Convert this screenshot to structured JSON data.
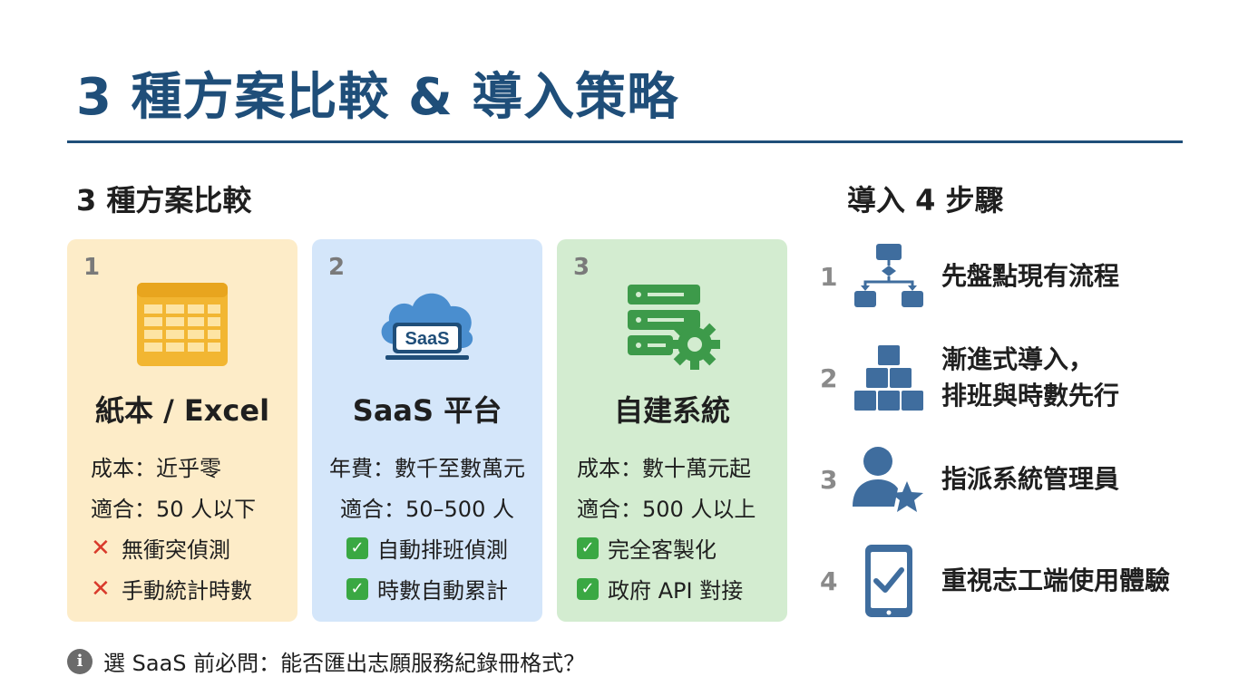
{
  "title": "3 種方案比較 & 導入策略",
  "left_heading": "3 種方案比較",
  "right_heading": "導入 4 步驟",
  "colors": {
    "accent": "#1f4e79",
    "card1": "#fdecc8",
    "card2": "#d4e6fa",
    "card3": "#d3ecd0",
    "icon_blue": "#3f6d9e",
    "cross": "#d93a2b",
    "check": "#3aa843"
  },
  "cards": [
    {
      "number": "1",
      "icon": "spreadsheet-icon",
      "name": "紙本 / Excel",
      "cost": "成本：近乎零",
      "fit": "適合：50 人以下",
      "features": [
        {
          "mark": "cross",
          "text": "無衝突偵測"
        },
        {
          "mark": "cross",
          "text": "手動統計時數"
        }
      ]
    },
    {
      "number": "2",
      "icon": "saas-cloud-icon",
      "icon_text": "SaaS",
      "name": "SaaS 平台",
      "cost": "年費：數千至數萬元",
      "fit": "適合：50–500 人",
      "features": [
        {
          "mark": "check",
          "text": "自動排班偵測"
        },
        {
          "mark": "check",
          "text": "時數自動累計"
        }
      ]
    },
    {
      "number": "3",
      "icon": "server-gear-icon",
      "name": "自建系統",
      "cost": "成本：數十萬元起",
      "fit": "適合：500 人以上",
      "features": [
        {
          "mark": "check",
          "text": "完全客製化"
        },
        {
          "mark": "check",
          "text": "政府 API 對接"
        }
      ]
    }
  ],
  "steps": [
    {
      "number": "1",
      "icon": "flowchart-icon",
      "lines": [
        "先盤點現有流程"
      ]
    },
    {
      "number": "2",
      "icon": "stacked-blocks-icon",
      "lines": [
        "漸進式導入，",
        "排班與時數先行"
      ]
    },
    {
      "number": "3",
      "icon": "user-star-icon",
      "lines": [
        "指派系統管理員"
      ]
    },
    {
      "number": "4",
      "icon": "phone-check-icon",
      "lines": [
        "重視志工端使用體驗"
      ]
    }
  ],
  "footer": {
    "icon": "info-icon",
    "icon_glyph": "i",
    "text": "選 SaaS 前必問：能否匯出志願服務紀錄冊格式？"
  },
  "marks": {
    "cross": "✕",
    "check": "✓"
  }
}
